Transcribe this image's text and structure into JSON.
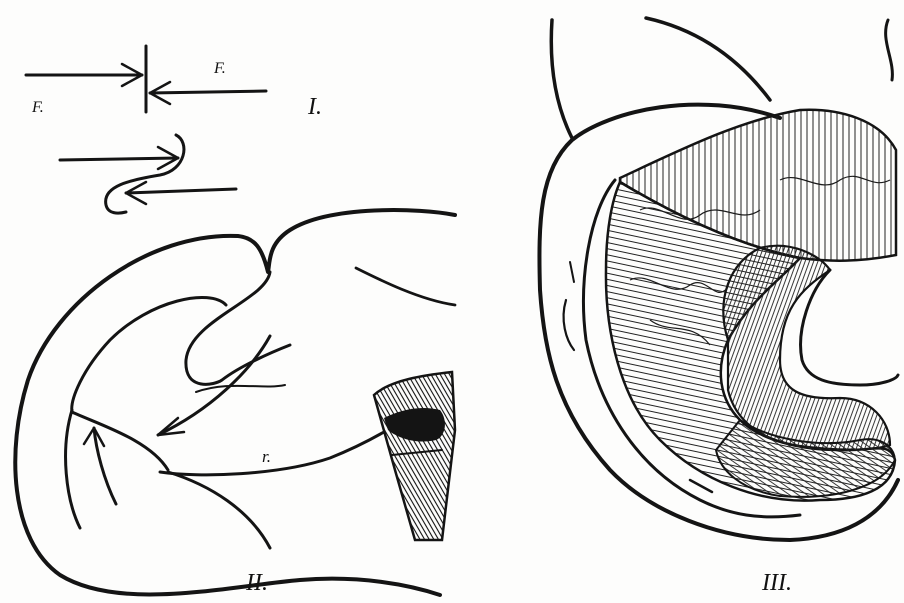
{
  "figure": {
    "panel_labels": {
      "one": "I.",
      "two": "II.",
      "three": "III."
    },
    "force_labels": {
      "left": "F.",
      "right": "F."
    },
    "annotation_r": "r."
  }
}
